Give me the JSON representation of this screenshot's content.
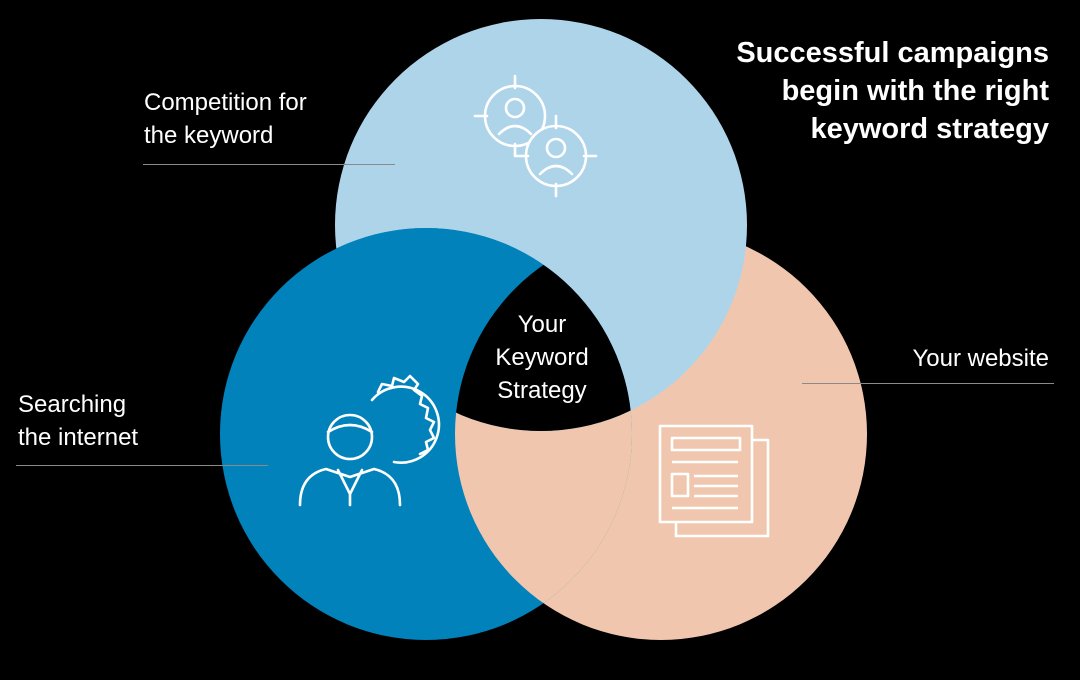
{
  "headline": {
    "lines": [
      "Successful campaigns",
      "begin with the right",
      "keyword strategy"
    ]
  },
  "circles": {
    "competition": {
      "label_lines": [
        "Competition for",
        "the keyword"
      ],
      "color": "#aed4ea",
      "icon": "competitor-target-users-icon"
    },
    "searching": {
      "label_lines": [
        "Searching",
        "the internet"
      ],
      "color": "#0282bb",
      "icon": "user-gear-icon"
    },
    "website": {
      "label_lines": [
        "Your website"
      ],
      "color": "#f0c7ae",
      "icon": "web-document-icon"
    }
  },
  "center": {
    "lines": [
      "Your",
      "Keyword",
      "Strategy"
    ],
    "color": "#000000"
  },
  "colors": {
    "background": "#000000",
    "text": "#ffffff",
    "rule": "#8a8a8a"
  }
}
